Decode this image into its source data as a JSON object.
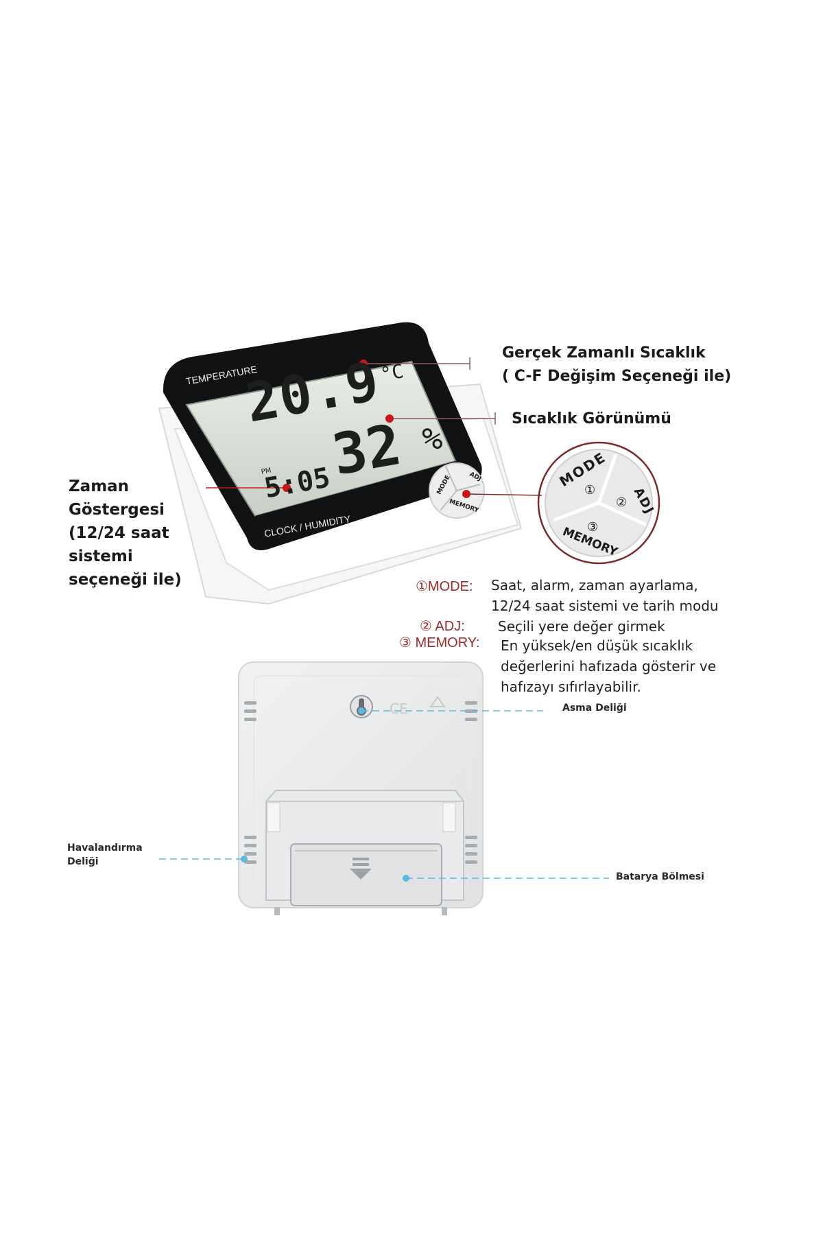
{
  "device_front": {
    "lcd": {
      "temperature_label": "TEMPERATURE",
      "temperature": "20.9",
      "temp_unit": "°C",
      "humidity": "32",
      "humidity_unit": "%",
      "am_pm": "PM",
      "time": "5:05",
      "bottom_label": "CLOCK / HUMIDITY"
    },
    "buttons": {
      "mode": "MODE",
      "adj": "ADJ",
      "memory": "MEMORY"
    }
  },
  "zoom_buttons": {
    "mode": "MODE",
    "mode_num": "①",
    "adj": "ADJ",
    "adj_num": "②",
    "memory": "MEMORY",
    "memory_num": "③"
  },
  "callouts": {
    "real_time_temp_line1": "Gerçek Zamanlı Sıcaklık",
    "real_time_temp_line2": "( C-F Değişim Seçeneği ile)",
    "temp_display": "Sıcaklık Görünümü",
    "time_display_lines": [
      "Zaman",
      "Göstergesi",
      "(12/24 saat",
      "sistemi",
      "seçeneği ile)"
    ]
  },
  "legend": {
    "mode_key": "①MODE:",
    "mode_desc_lines": [
      "Saat, alarm, zaman ayarlama,",
      "12/24 saat sistemi ve tarih modu"
    ],
    "adj_key": "② ADJ:",
    "adj_desc": "Seçili yere değer girmek",
    "memory_key": "③ MEMORY:",
    "memory_desc_lines": [
      "En yüksek/en düşük sıcaklık",
      "değerlerini hafızada gösterir ve",
      "hafızayı sıfırlayabilir."
    ]
  },
  "back_labels": {
    "hanging_hole": "Asma Deliği",
    "vent_lines": [
      "Havalandırma",
      "Deliği"
    ],
    "battery": "Batarya Bölmesi"
  },
  "colors": {
    "accent_red": "#c8161d",
    "label_red": "#a0282a",
    "dot_blue": "#5bb8e0"
  }
}
